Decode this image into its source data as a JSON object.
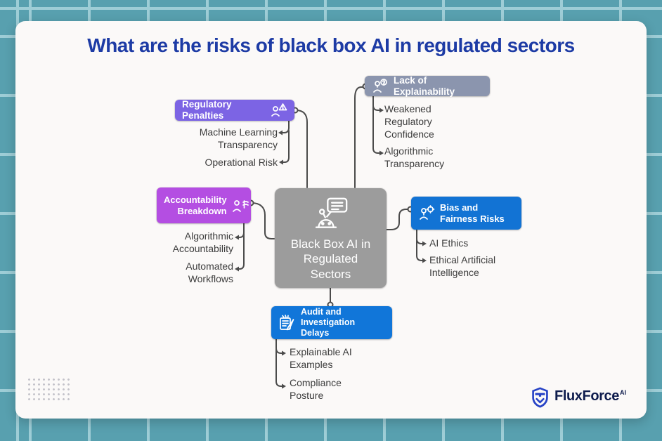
{
  "title": "What are the risks of black box AI in regulated sectors",
  "colors": {
    "background": "#58a0af",
    "grid_line": "#9ecdd6",
    "card": "#fbf9f8",
    "title_text": "#1d3ba5",
    "connector": "#4b4b4b",
    "center_node": "#9c9c9c",
    "regulatory_node": "#7c64e4",
    "explainability_node": "#8b95ae",
    "accountability_node": "#b44ee2",
    "bias_node": "#1273d4",
    "audit_node": "#1176d9",
    "subtopic_text": "#3c3c3c",
    "logo_navy": "#0e1c4d",
    "logo_blue": "#2743c6"
  },
  "mindmap": {
    "center": {
      "label": "Black Box AI in Regulated Sectors",
      "icon": "chatbot-message-icon"
    },
    "branches": [
      {
        "id": "regulatory-penalties",
        "label": "Regulatory Penalties",
        "icon": "person-alert-icon",
        "color": "#7c64e4",
        "children": [
          "Machine Learning Transparency",
          "Operational Risk"
        ]
      },
      {
        "id": "lack-of-explainability",
        "label": "Lack of Explainability",
        "icon": "person-question-icon",
        "color": "#8b95ae",
        "children": [
          "Weakened Regulatory Confidence",
          "Algorithmic Transparency"
        ]
      },
      {
        "id": "accountability-breakdown",
        "label": "Accountability Breakdown",
        "icon": "person-gavel-icon",
        "color": "#b44ee2",
        "children": [
          "Algorithmic Accountability",
          "Automated Workflows"
        ]
      },
      {
        "id": "bias-and-fairness-risks",
        "label": "Bias and Fairness Risks",
        "icon": "person-target-icon",
        "color": "#1273d4",
        "children": [
          "AI Ethics",
          "Ethical Artificial Intelligence"
        ]
      },
      {
        "id": "audit-and-investigation-delays",
        "label": "Audit and Investigation Delays",
        "icon": "document-signature-icon",
        "color": "#1176d9",
        "children": [
          "Explainable AI Examples",
          "Compliance Posture"
        ]
      }
    ]
  },
  "decorations": [
    "dot-grid"
  ],
  "logo": {
    "name": "FluxForce",
    "superscript": "AI",
    "icon": "shield-logo-icon"
  }
}
